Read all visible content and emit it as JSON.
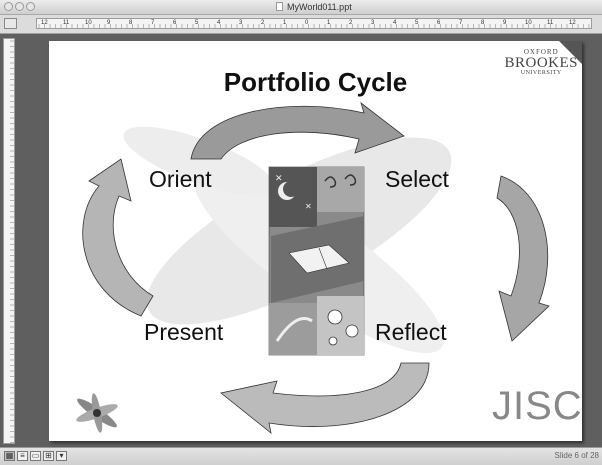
{
  "window": {
    "title": "MyWorld011.ppt"
  },
  "slide": {
    "title": "Portfolio Cycle",
    "stages": {
      "orient": "Orient",
      "select": "Select",
      "reflect": "Reflect",
      "present": "Present"
    },
    "logo": {
      "line1": "OXFORD",
      "line2": "BROOKES",
      "line3": "UNIVERSITY"
    },
    "jisc": "JISC"
  },
  "ruler_numbers": [
    "12",
    "11",
    "10",
    "9",
    "8",
    "7",
    "6",
    "5",
    "4",
    "3",
    "2",
    "1",
    "0",
    "1",
    "2",
    "3",
    "4",
    "5",
    "6",
    "7",
    "8",
    "9",
    "10",
    "11",
    "12"
  ],
  "status": {
    "slide_counter": "Slide 6 of 28",
    "view_buttons": [
      "normal-view",
      "outline-view",
      "slide-view",
      "sorter-view",
      "slideshow-view"
    ]
  }
}
